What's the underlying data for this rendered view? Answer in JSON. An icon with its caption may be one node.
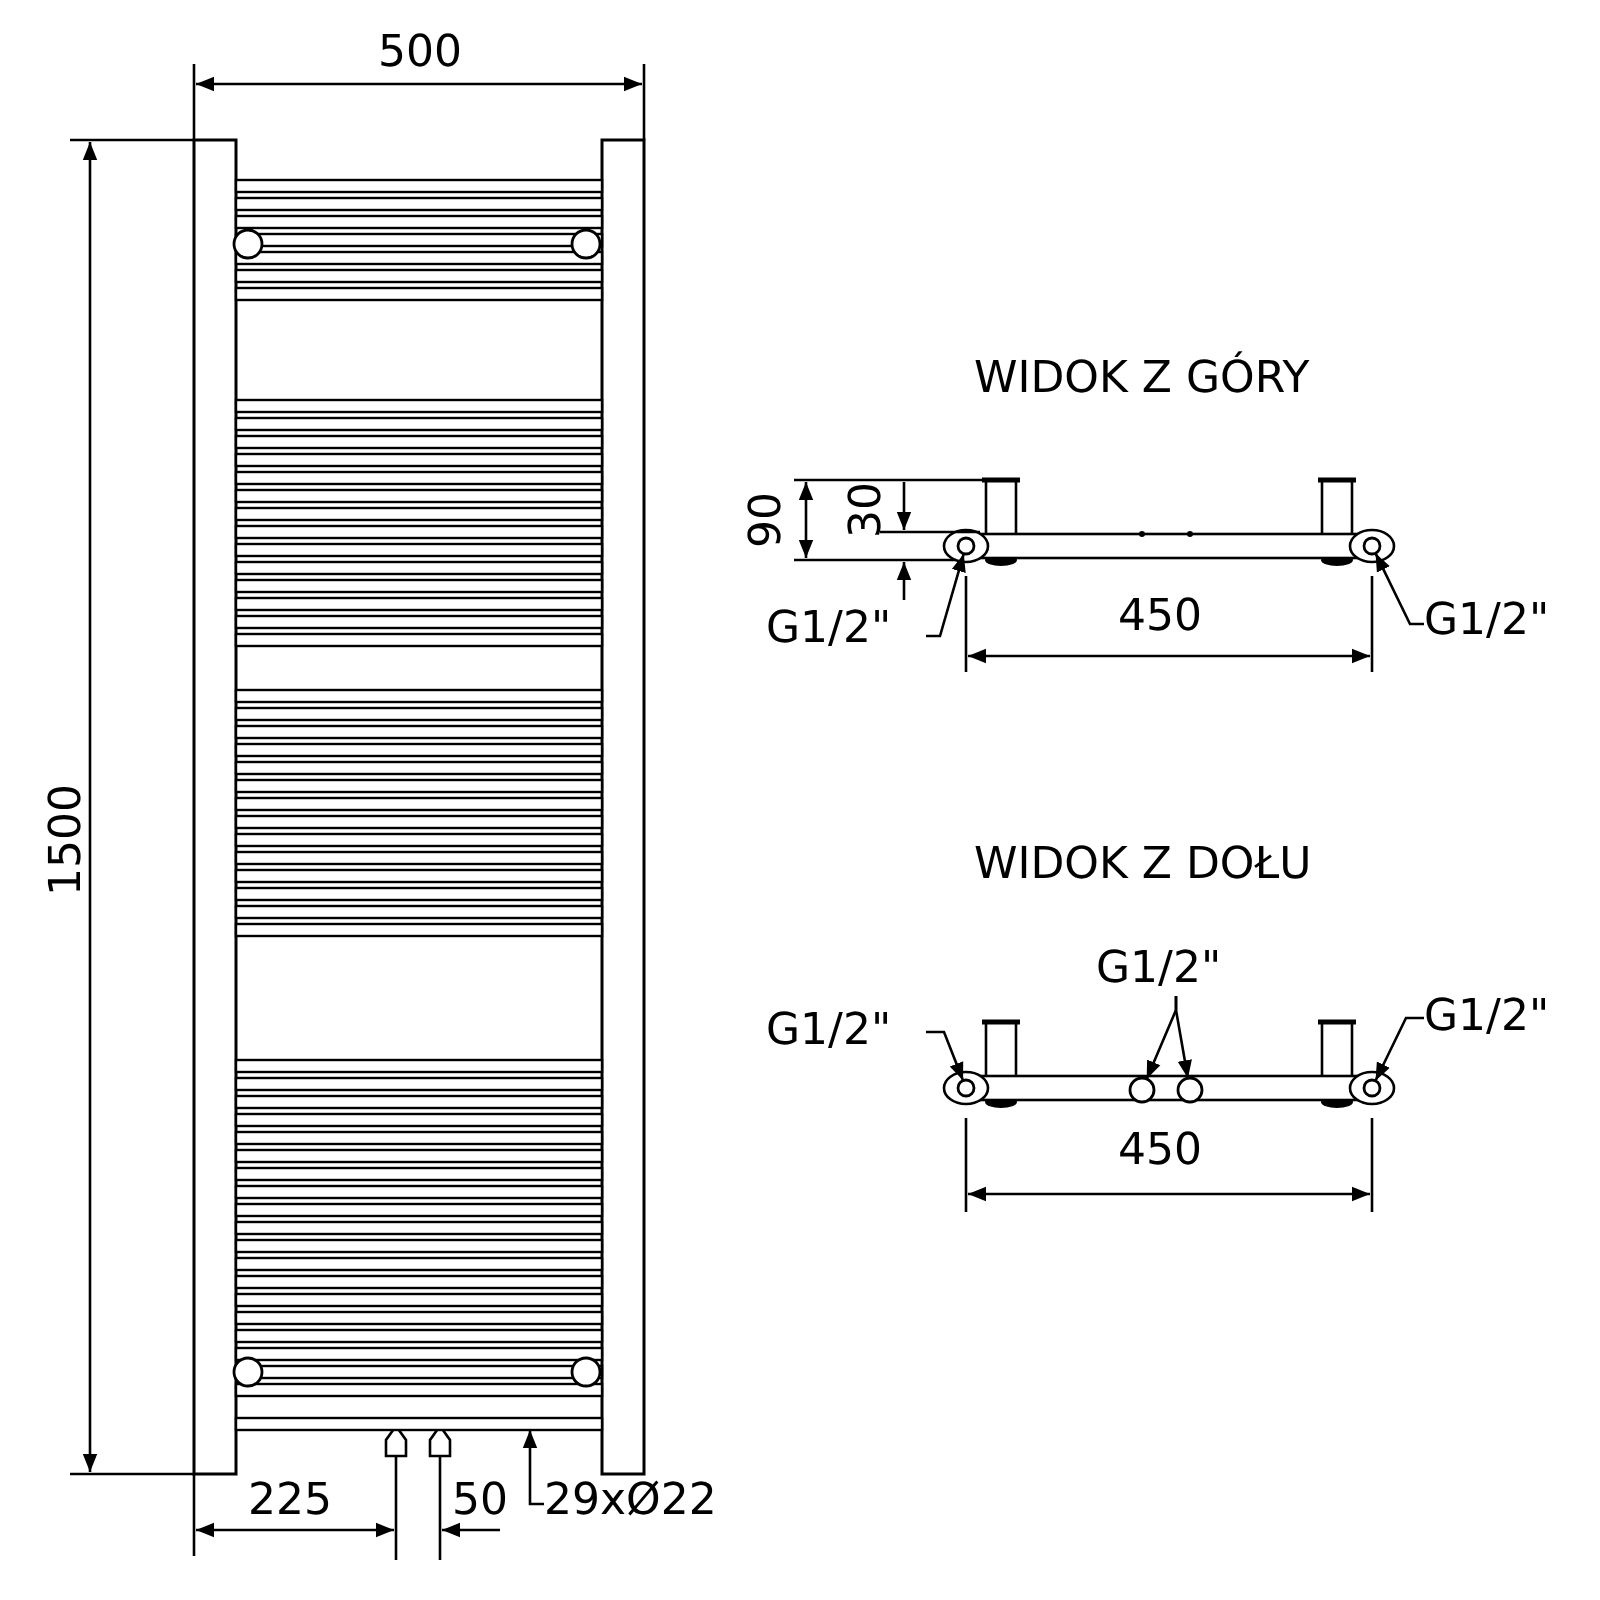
{
  "diagram": {
    "nodes": [
      {
        "text": [
          "G1/2\""
        ]
      },
      {
        "text": [],
        "shape": "circle"
      },
      {
        "text": [
          "G1/2\""
        ]
      },
      {
        "text": [],
        "shape": "circle"
      },
      {
        "text": [
          "G1/2\""
        ]
      },
      {
        "text": [],
        "shape": "circle"
      },
      {
        "text": [
          "G1/2\""
        ]
      },
      {
        "text": [],
        "shape": "circle"
      },
      {
        "text": [],
        "shape": "circle"
      },
      {
        "text": [
          "G1/2\""
        ]
      },
      {
        "text": [],
        "shape": "circle"
      },
      {
        "text": [
          "29xØ22"
        ]
      },
      {
        "text": [],
        "shape": "bar"
      }
    ],
    "edges": [
      {
        "from": 0,
        "to": 1,
        "arrow": "to"
      },
      {
        "from": 2,
        "to": 3,
        "arrow": "to"
      },
      {
        "from": 4,
        "to": 5,
        "arrow": "to"
      },
      {
        "from": 6,
        "to": 7,
        "arrow": "to"
      },
      {
        "from": 6,
        "to": 8,
        "arrow": "to"
      },
      {
        "from": 9,
        "to": 10,
        "arrow": "to"
      },
      {
        "from": 11,
        "to": 12,
        "arrow": "to"
      }
    ],
    "labels": [
      "500",
      "WIDOK Z GÓRY",
      "90",
      "30",
      "450",
      "1500",
      "WIDOK Z DOŁU",
      "450",
      "225",
      "50"
    ]
  }
}
